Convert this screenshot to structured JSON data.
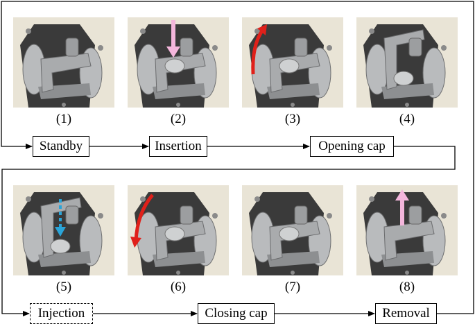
{
  "figure": {
    "panels": [
      {
        "caption": "(1)",
        "arrow": "none"
      },
      {
        "caption": "(2)",
        "arrow": "pink-down"
      },
      {
        "caption": "(3)",
        "arrow": "red-curve-up"
      },
      {
        "caption": "(4)",
        "arrow": "none"
      },
      {
        "caption": "(5)",
        "arrow": "blue-dashed-down"
      },
      {
        "caption": "(6)",
        "arrow": "red-curve-down"
      },
      {
        "caption": "(7)",
        "arrow": "none"
      },
      {
        "caption": "(8)",
        "arrow": "pink-up"
      }
    ],
    "steps": [
      {
        "label": "Standby",
        "style": "solid"
      },
      {
        "label": "Insertion",
        "style": "solid"
      },
      {
        "label": "Opening cap",
        "style": "solid"
      },
      {
        "label": "Injection",
        "style": "dashed"
      },
      {
        "label": "Closing cap",
        "style": "solid"
      },
      {
        "label": "Removal",
        "style": "solid"
      }
    ],
    "colors": {
      "arrow_pink": "#f4b6dc",
      "arrow_red": "#e0201a",
      "arrow_blue": "#2aa4d8",
      "metal": "#a9abad",
      "housing": "#e9e4d6"
    }
  }
}
